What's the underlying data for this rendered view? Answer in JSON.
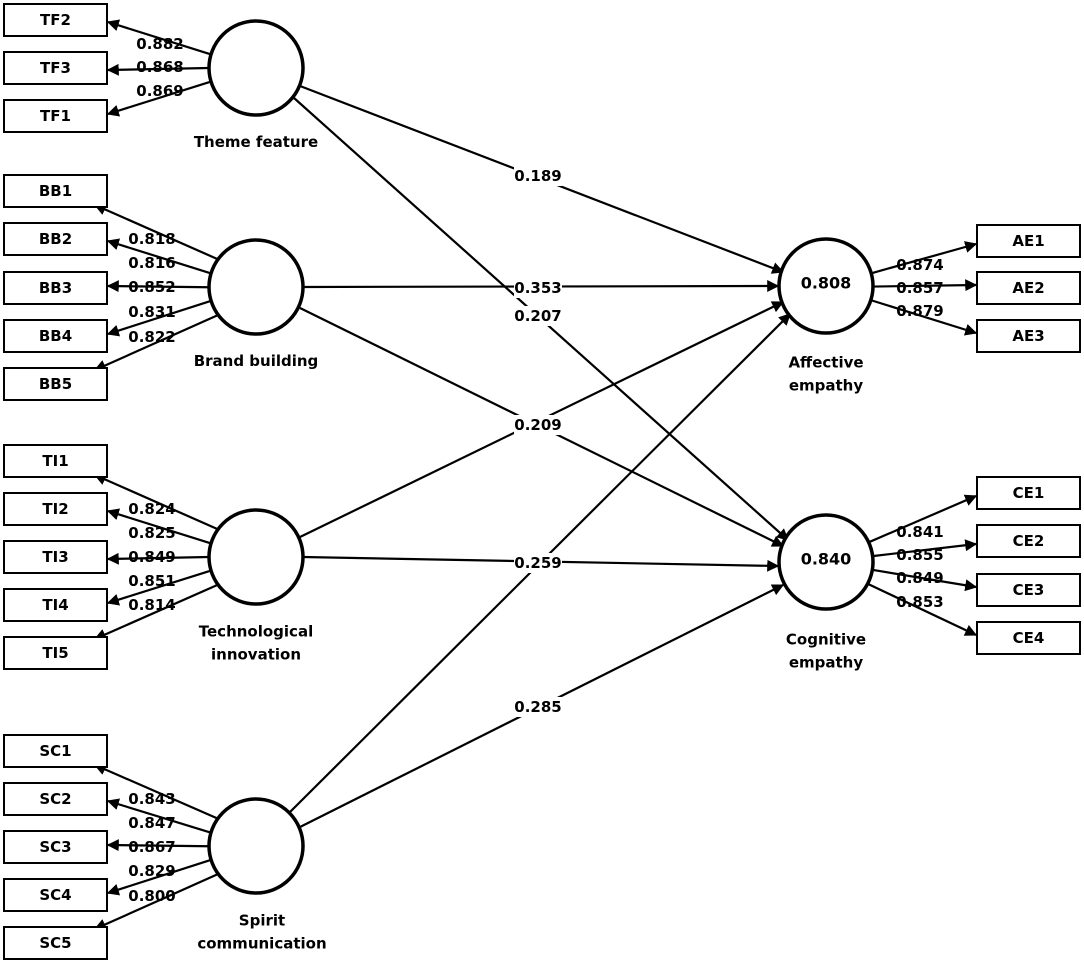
{
  "colors": {
    "stroke": "#000000",
    "background": "#ffffff"
  },
  "constructs": {
    "theme_feature": {
      "label_lines": [
        "Theme feature"
      ]
    },
    "brand_building": {
      "label_lines": [
        "Brand building"
      ]
    },
    "technological_innovation": {
      "label_lines": [
        "Technological",
        "innovation"
      ]
    },
    "spirit_communication": {
      "label_lines": [
        "Spirit",
        "communication"
      ]
    },
    "affective_empathy": {
      "label_lines": [
        "Affective",
        "empathy"
      ],
      "r2": "0.808"
    },
    "cognitive_empathy": {
      "label_lines": [
        "Cognitive",
        "empathy"
      ],
      "r2": "0.840"
    }
  },
  "indicators": {
    "theme_feature": [
      {
        "name": "TF2",
        "loading": "0.882"
      },
      {
        "name": "TF3",
        "loading": "0.868"
      },
      {
        "name": "TF1",
        "loading": "0.869"
      }
    ],
    "brand_building": [
      {
        "name": "BB1",
        "loading": "0.818"
      },
      {
        "name": "BB2",
        "loading": "0.816"
      },
      {
        "name": "BB3",
        "loading": "0.852"
      },
      {
        "name": "BB4",
        "loading": "0.831"
      },
      {
        "name": "BB5",
        "loading": "0.822"
      }
    ],
    "technological_innovation": [
      {
        "name": "TI1",
        "loading": "0.824"
      },
      {
        "name": "TI2",
        "loading": "0.825"
      },
      {
        "name": "TI3",
        "loading": "0.849"
      },
      {
        "name": "TI4",
        "loading": "0.851"
      },
      {
        "name": "TI5",
        "loading": "0.814"
      }
    ],
    "spirit_communication": [
      {
        "name": "SC1",
        "loading": "0.843"
      },
      {
        "name": "SC2",
        "loading": "0.847"
      },
      {
        "name": "SC3",
        "loading": "0.867"
      },
      {
        "name": "SC4",
        "loading": "0.829"
      },
      {
        "name": "SC5",
        "loading": "0.800"
      }
    ],
    "affective_empathy": [
      {
        "name": "AE1",
        "loading": "0.874"
      },
      {
        "name": "AE2",
        "loading": "0.857"
      },
      {
        "name": "AE3",
        "loading": "0.879"
      }
    ],
    "cognitive_empathy": [
      {
        "name": "CE1",
        "loading": "0.841"
      },
      {
        "name": "CE2",
        "loading": "0.855"
      },
      {
        "name": "CE3",
        "loading": "0.849"
      },
      {
        "name": "CE4",
        "loading": "0.853"
      }
    ]
  },
  "paths": [
    {
      "from": "theme_feature",
      "to": "affective_empathy",
      "coef": "0.189"
    },
    {
      "from": "theme_feature",
      "to": "cognitive_empathy",
      "coef": "0.207"
    },
    {
      "from": "brand_building",
      "to": "affective_empathy",
      "coef": "0.353"
    },
    {
      "from": "brand_building",
      "to": "cognitive_empathy",
      "coef": "0.209"
    },
    {
      "from": "technological_innovation",
      "to": "affective_empathy",
      "coef": "0.209"
    },
    {
      "from": "technological_innovation",
      "to": "cognitive_empathy",
      "coef": "0.259"
    },
    {
      "from": "spirit_communication",
      "to": "affective_empathy",
      "coef": "0.259"
    },
    {
      "from": "spirit_communication",
      "to": "cognitive_empathy",
      "coef": "0.285"
    }
  ]
}
